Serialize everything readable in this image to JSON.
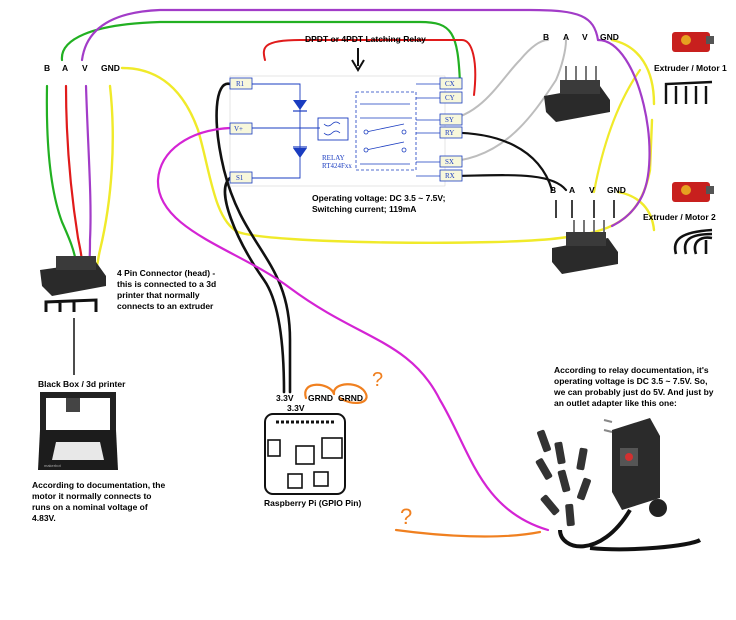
{
  "left_connector": {
    "pins": [
      "B",
      "A",
      "V",
      "GND"
    ]
  },
  "relay": {
    "title": "DPDT or 4PDT Latching Relay",
    "left_pins": [
      "R1",
      "V+",
      "S1"
    ],
    "right_pins": [
      "CX",
      "CY",
      "SY",
      "RY",
      "SX",
      "RX"
    ],
    "chip_label_1": "RELAY",
    "chip_label_2": "RT424Fxx",
    "operating_voltage": "Operating voltage: DC 3.5 ~ 7.5V;",
    "switching_current": "Switching current; 119mA"
  },
  "motor1": {
    "pins": [
      "B",
      "A",
      "V",
      "GND"
    ],
    "label": "Extruder / Motor 1"
  },
  "motor2": {
    "pins": [
      "B",
      "A",
      "V",
      "GND"
    ],
    "label": "Extruder / Motor 2"
  },
  "head_connector": {
    "text": [
      "4 Pin Connector (head) -",
      "this is connected to a 3d",
      "printer that normally",
      "connects to an extruder"
    ]
  },
  "printer": {
    "label": "Black Box / 3d printer",
    "brand": "makerbot"
  },
  "printer_note": {
    "text": [
      "According to documentation, the",
      "motor it normally connects to",
      "runs on a nominal voltage of",
      "4.83V."
    ]
  },
  "pi": {
    "pin_3v3_a": "3.3V",
    "pin_3v3_b": "3.3V",
    "pin_gnd_a": "GRND",
    "pin_gnd_b": "GRND",
    "label": "Raspberry Pi (GPIO Pin)"
  },
  "question_marks": [
    "?",
    "?"
  ],
  "adapter_note": {
    "text": [
      "According to relay documentation, it's",
      "operating voltage is DC 3.5 ~ 7.5V.  So,",
      "we can probably just do 5V. And just by",
      "an outlet adapter like this one:"
    ]
  },
  "colors": {
    "green": "#22b022",
    "red": "#e01b1b",
    "purple": "#a23cc8",
    "yellow": "#f0ea2a",
    "magenta": "#d424d4",
    "black": "#111111",
    "gray": "#bdbdbd",
    "orange": "#f08020",
    "relay_blue": "#1a3cc0"
  }
}
